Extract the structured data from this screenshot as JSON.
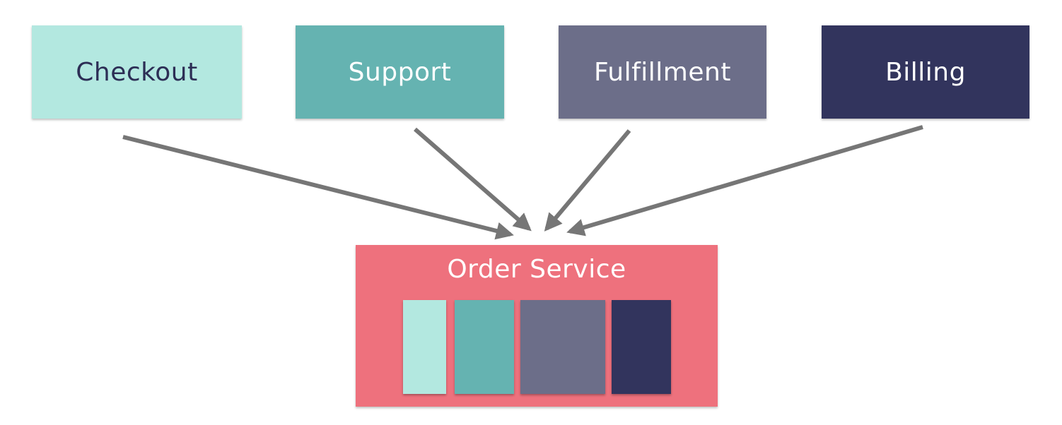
{
  "colors": {
    "checkout": "#b3e8e0",
    "support": "#65b3b1",
    "fulfillment": "#6c6e89",
    "billing": "#32345d",
    "order_service": "#ee717d",
    "arrow": "#767676",
    "dark_text": "#2c2e55",
    "light_text": "#ffffff"
  },
  "consumers": [
    {
      "key": "checkout",
      "label": "Checkout"
    },
    {
      "key": "support",
      "label": "Support"
    },
    {
      "key": "fulfillment",
      "label": "Fulfillment"
    },
    {
      "key": "billing",
      "label": "Billing"
    }
  ],
  "order_service": {
    "title": "Order Service"
  }
}
